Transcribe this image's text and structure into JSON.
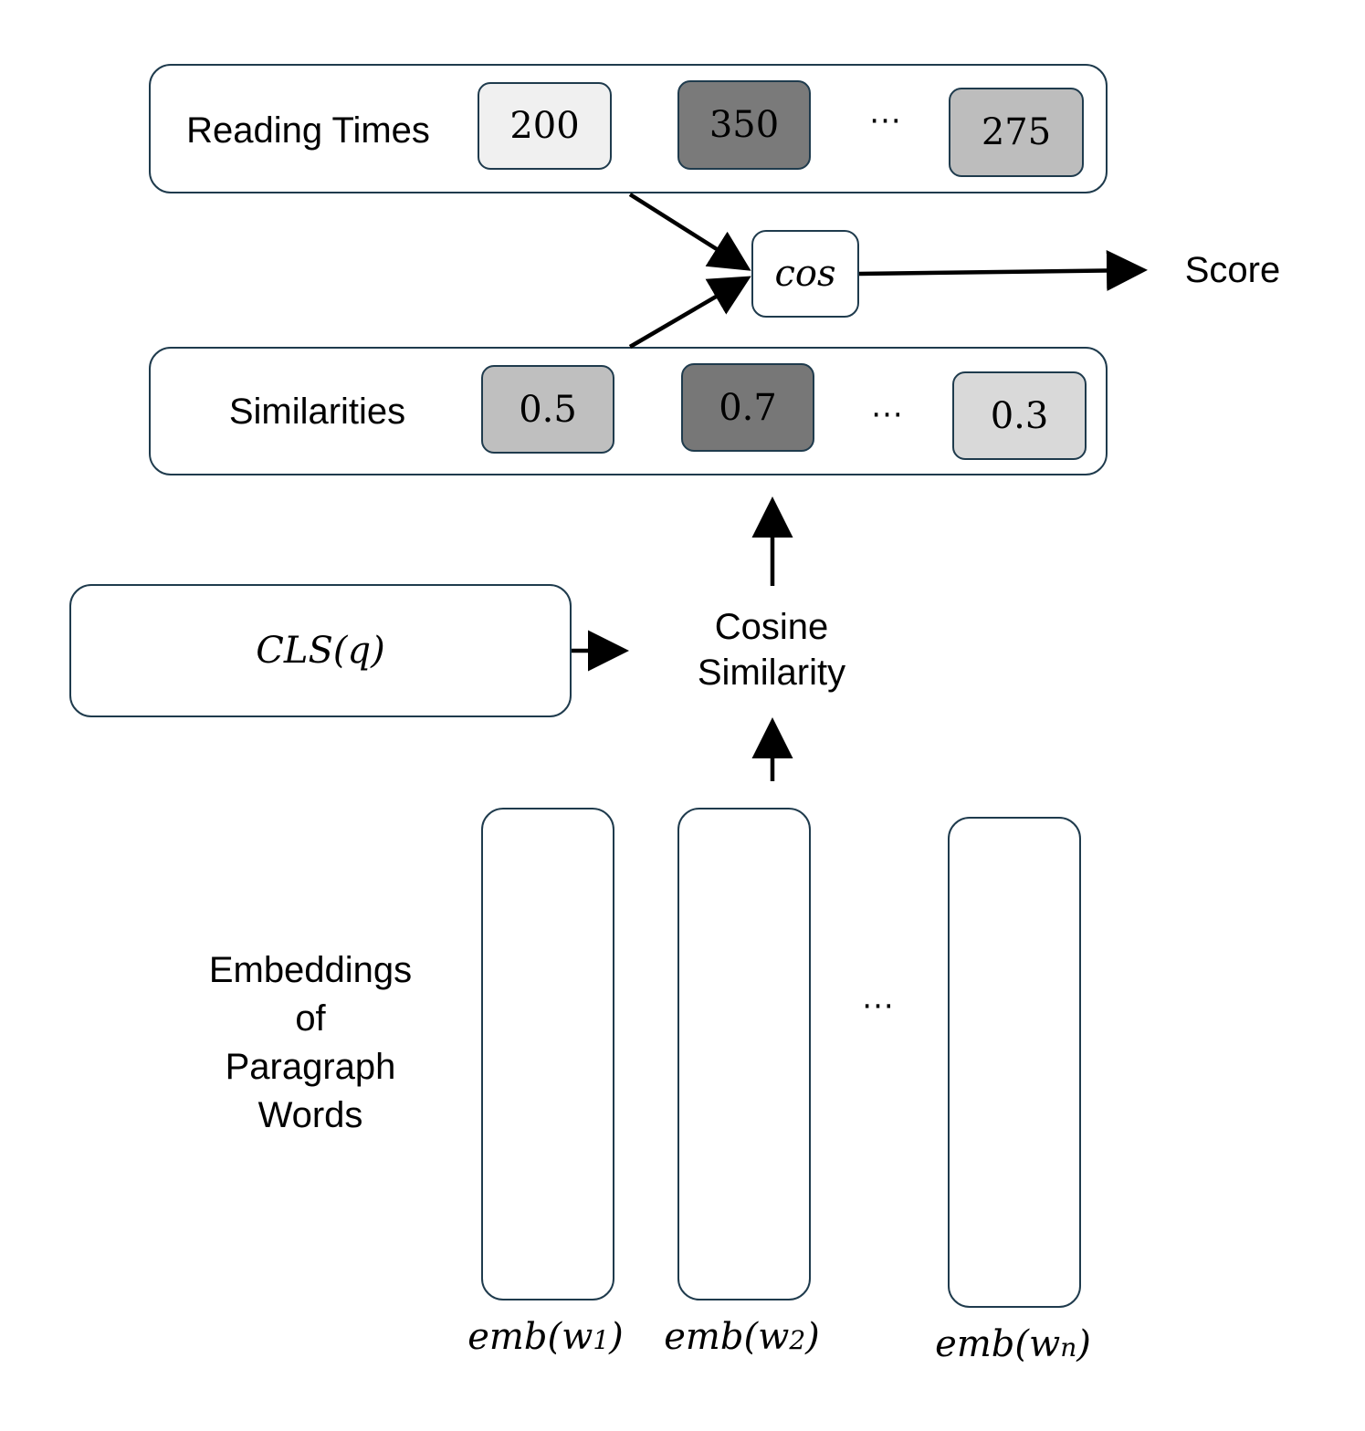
{
  "reading_times": {
    "label": "Reading Times",
    "values": [
      "200",
      "350",
      "275"
    ],
    "dots": "···",
    "cell_fills": [
      "#f0f0f0",
      "#7a7a7a",
      "#bdbdbd"
    ]
  },
  "similarities": {
    "label": "Similarities",
    "values": [
      "0.5",
      "0.7",
      "0.3"
    ],
    "dots": "···",
    "cell_fills": [
      "#bfbfbf",
      "#777777",
      "#d9d9d9"
    ]
  },
  "cos_node": {
    "label": "cos"
  },
  "score": {
    "label": "Score"
  },
  "cls": {
    "label": "CLS(q)"
  },
  "cosine_similarity": {
    "line1": "Cosine",
    "line2": "Similarity"
  },
  "embeddings": {
    "label_lines": [
      "Embeddings",
      "of",
      "Paragraph",
      "Words"
    ],
    "dots": "···",
    "columns": [
      {
        "prefix": "emb(w",
        "sub": "1",
        "suffix": ")"
      },
      {
        "prefix": "emb(w",
        "sub": "2",
        "suffix": ")"
      },
      {
        "prefix": "emb(w",
        "sub": "n",
        "suffix": ")"
      }
    ]
  },
  "colors": {
    "stroke": "#1f3b4d",
    "arrow": "#000000"
  }
}
